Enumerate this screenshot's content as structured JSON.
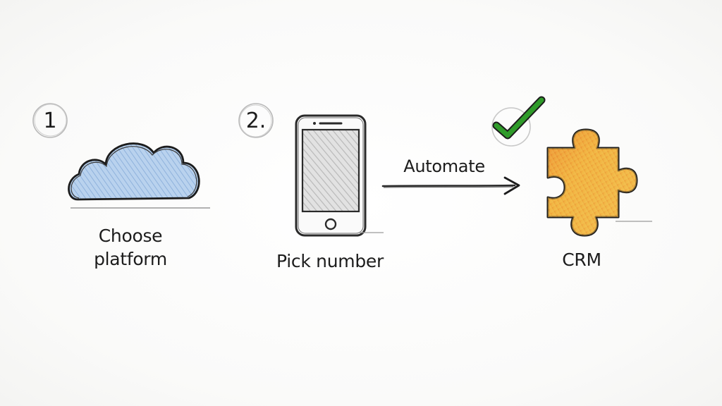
{
  "steps": [
    {
      "number": "1",
      "label_lines": [
        "Choose",
        "platform"
      ],
      "icon": "cloud-icon"
    },
    {
      "number": "2.",
      "label": "Pick number",
      "icon": "phone-icon"
    },
    {
      "label": "CRM",
      "icon": "puzzle-piece-icon",
      "status_icon": "checkmark-icon"
    }
  ],
  "arrow": {
    "label": "Automate",
    "icon": "arrow-right-icon"
  },
  "colors": {
    "ink": "#1c1c1c",
    "cloud_fill": "#a9c6e8",
    "puzzle_fill": "#f2b441",
    "puzzle_shade": "#e8742a",
    "check": "#2f9b2a"
  }
}
